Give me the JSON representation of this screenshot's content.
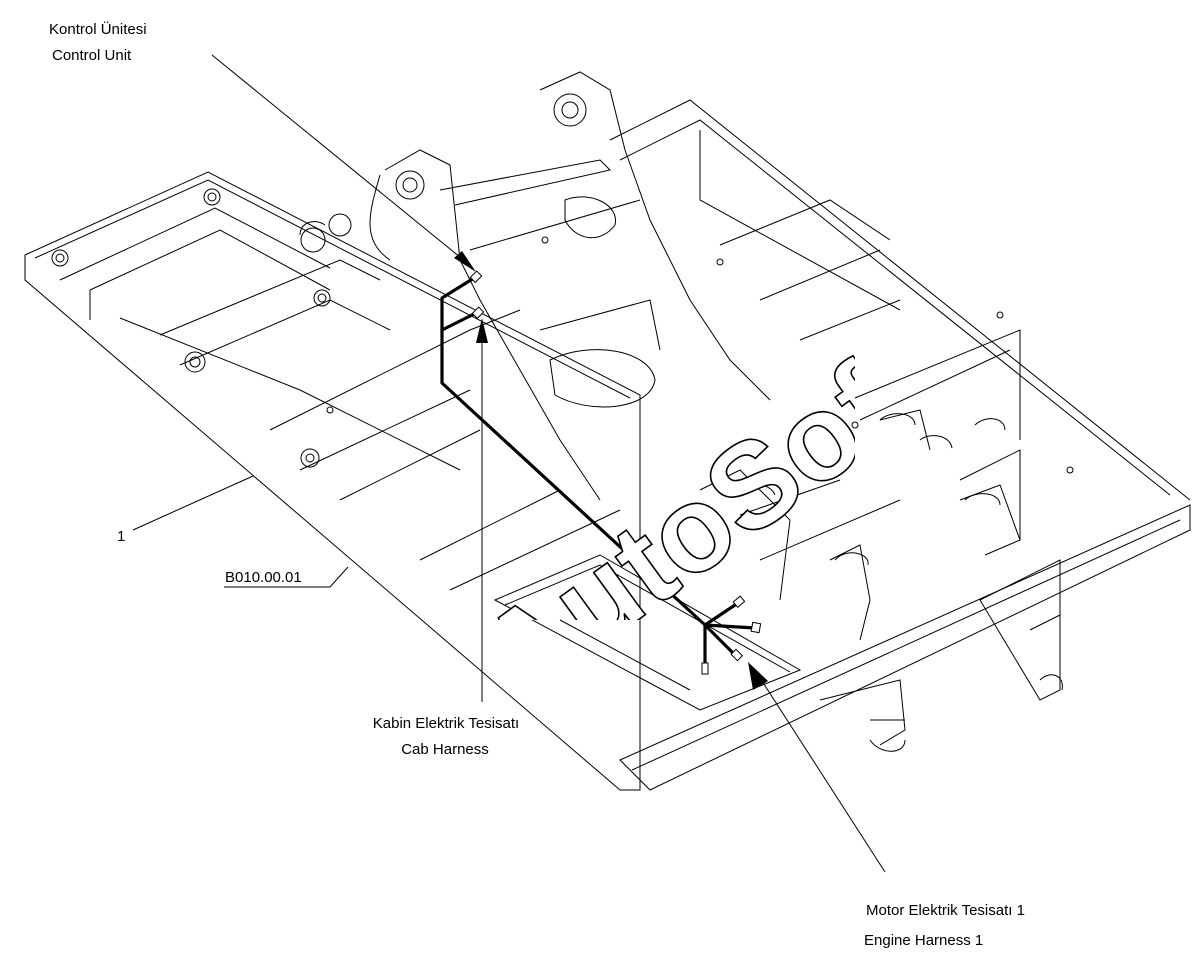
{
  "labels": {
    "control_unit_tr": "Kontrol Ünitesi",
    "control_unit_en": "Control Unit",
    "cab_harness_tr": "Kabin Elektrik Tesisatı",
    "cab_harness_en": "Cab Harness",
    "engine_harness_tr": "Motor Elektrik Tesisatı 1",
    "engine_harness_en": "Engine Harness 1",
    "item_number": "1",
    "part_code": "B010.00.01"
  },
  "watermark": {
    "text": "AutoSoft"
  },
  "colors": {
    "line": "#000000",
    "paper": "#ffffff",
    "wire": "#000000"
  }
}
